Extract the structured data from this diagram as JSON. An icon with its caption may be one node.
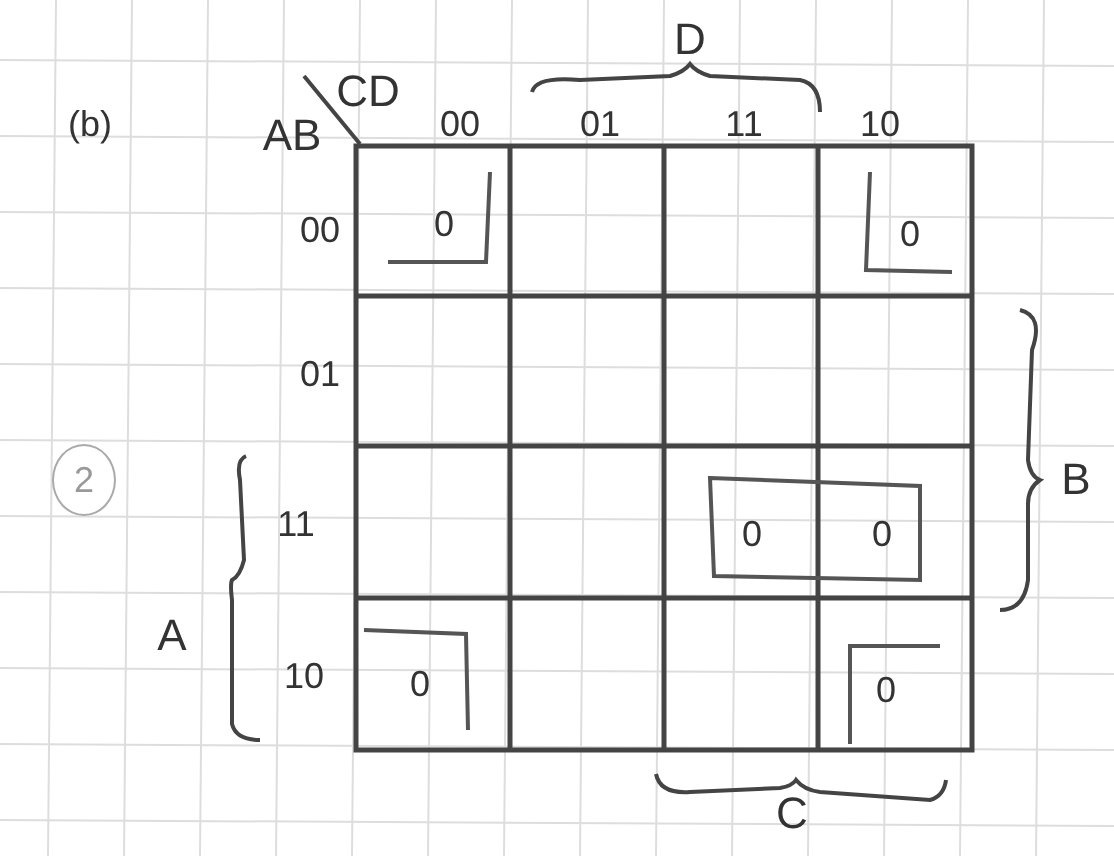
{
  "diagram": {
    "labels": [
      "D",
      "(b)",
      "CD",
      "AB",
      "00",
      "01",
      "11",
      "10",
      "00",
      "0",
      "0",
      "01",
      "2",
      "11",
      "0",
      "0",
      "B",
      "A",
      "10",
      "0",
      "0",
      "C"
    ]
  }
}
